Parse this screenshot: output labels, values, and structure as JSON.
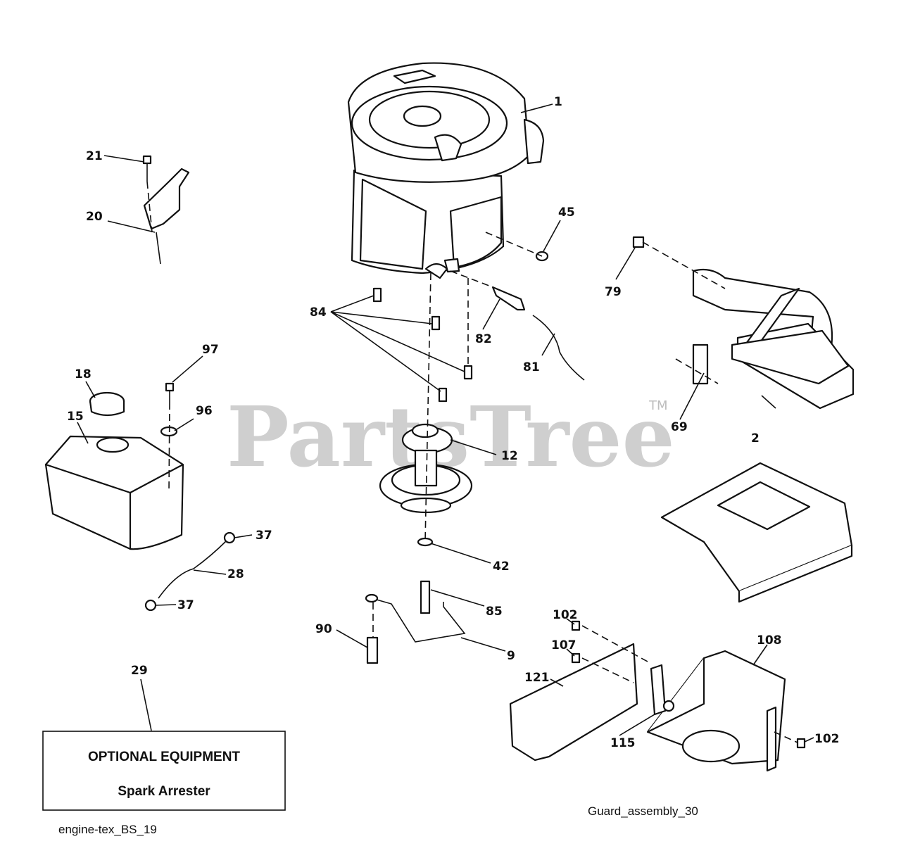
{
  "watermark": {
    "brand": "PartsTree",
    "tm": "TM"
  },
  "callouts": {
    "c1": "1",
    "c2": "2",
    "c9": "9",
    "c12": "12",
    "c15": "15",
    "c18": "18",
    "c20": "20",
    "c21": "21",
    "c28": "28",
    "c29": "29",
    "c37a": "37",
    "c37b": "37",
    "c42": "42",
    "c45": "45",
    "c69": "69",
    "c79": "79",
    "c81": "81",
    "c82": "82",
    "c84": "84",
    "c85": "85",
    "c90": "90",
    "c96": "96",
    "c97": "97",
    "c102a": "102",
    "c102b": "102",
    "c107": "107",
    "c108": "108",
    "c115": "115",
    "c121": "121"
  },
  "optional_box": {
    "title": "OPTIONAL EQUIPMENT",
    "item": "Spark Arrester"
  },
  "captions": {
    "left": "engine-tex_BS_19",
    "right": "Guard_assembly_30"
  }
}
